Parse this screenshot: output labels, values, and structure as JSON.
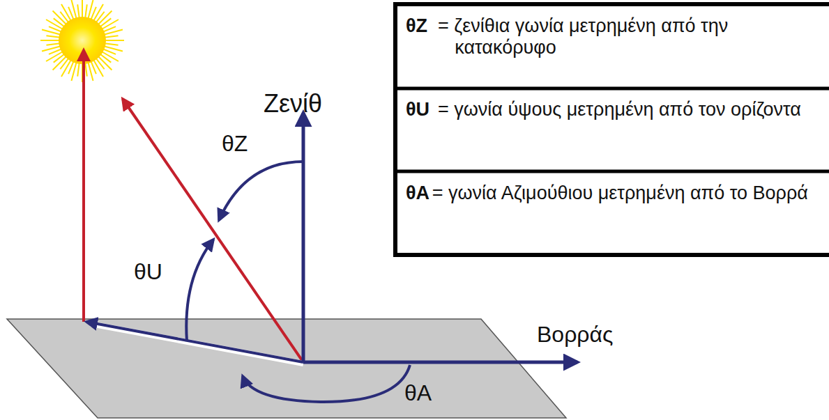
{
  "diagram": {
    "labels": [
      "Ζενίθ",
      "θZ",
      "θU",
      "Βορράς",
      "θA",
      "θZ",
      "= ζενίθια γωνία μετρημένη από την κατακόρυφο",
      "θU",
      "= γωνία ύψους μετρημένη από τον ορίζοντα",
      "θA",
      "= γωνία Αζιμούθιου μετρημένη από το Βορρά"
    ]
  }
}
